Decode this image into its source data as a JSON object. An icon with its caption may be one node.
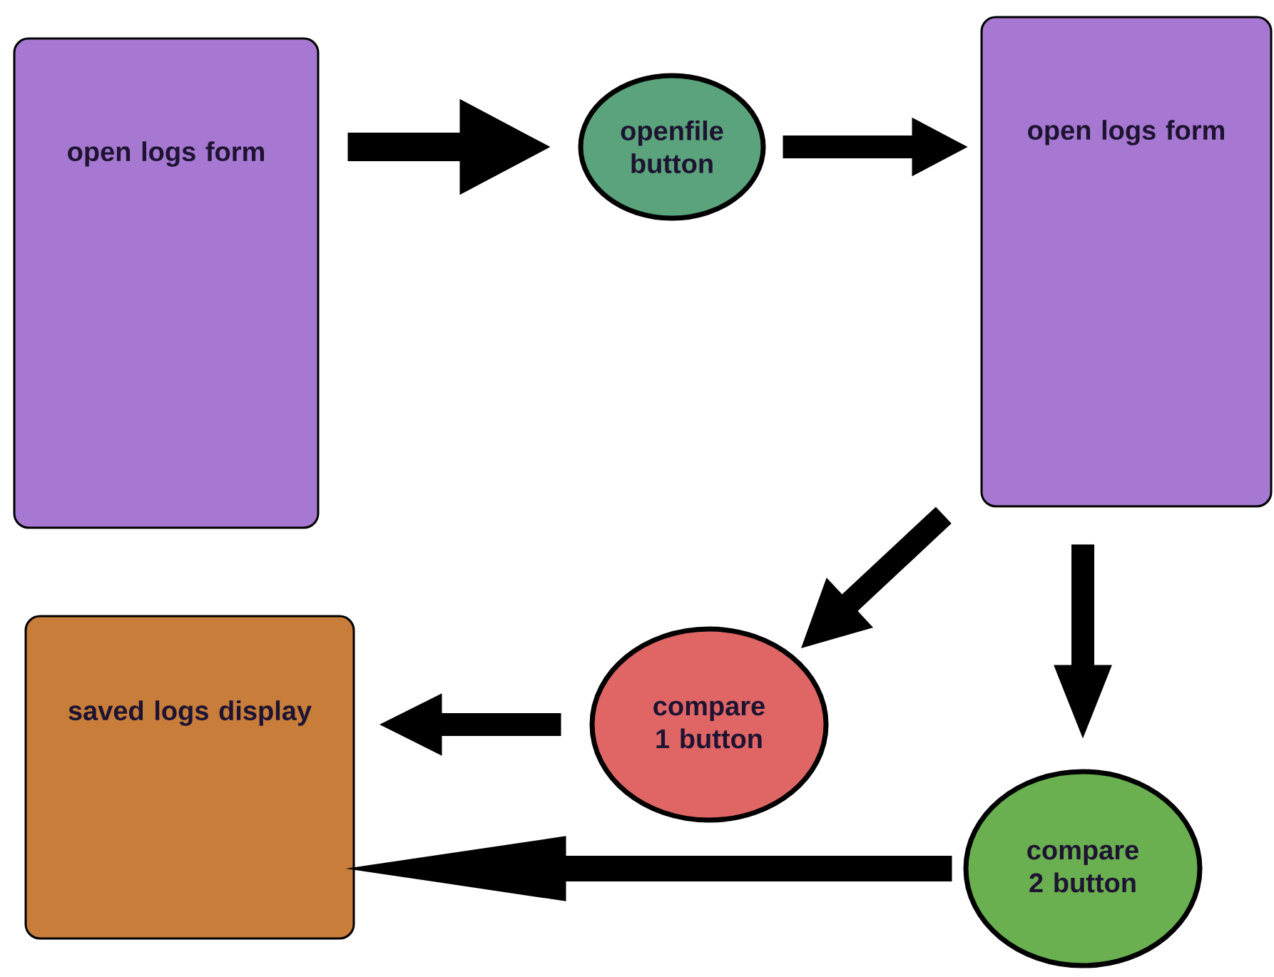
{
  "diagram": {
    "nodes": [
      {
        "text": [
          "open logs form"
        ]
      },
      {
        "text": [
          "openfile button"
        ]
      },
      {
        "text": [
          "open logs form"
        ]
      },
      {
        "text": [
          "compare 1 button"
        ]
      },
      {
        "text": [
          "compare 2 button"
        ]
      },
      {
        "text": [
          "saved logs display"
        ]
      }
    ],
    "edges": [
      {
        "from": 0,
        "to": 1,
        "arrow": "to"
      },
      {
        "from": 1,
        "to": 2,
        "arrow": "to"
      },
      {
        "from": 2,
        "to": 3,
        "arrow": "to"
      },
      {
        "from": 2,
        "to": 4,
        "arrow": "to"
      },
      {
        "from": 3,
        "to": 5,
        "arrow": "to"
      },
      {
        "from": 4,
        "to": 5,
        "arrow": "to"
      }
    ]
  }
}
